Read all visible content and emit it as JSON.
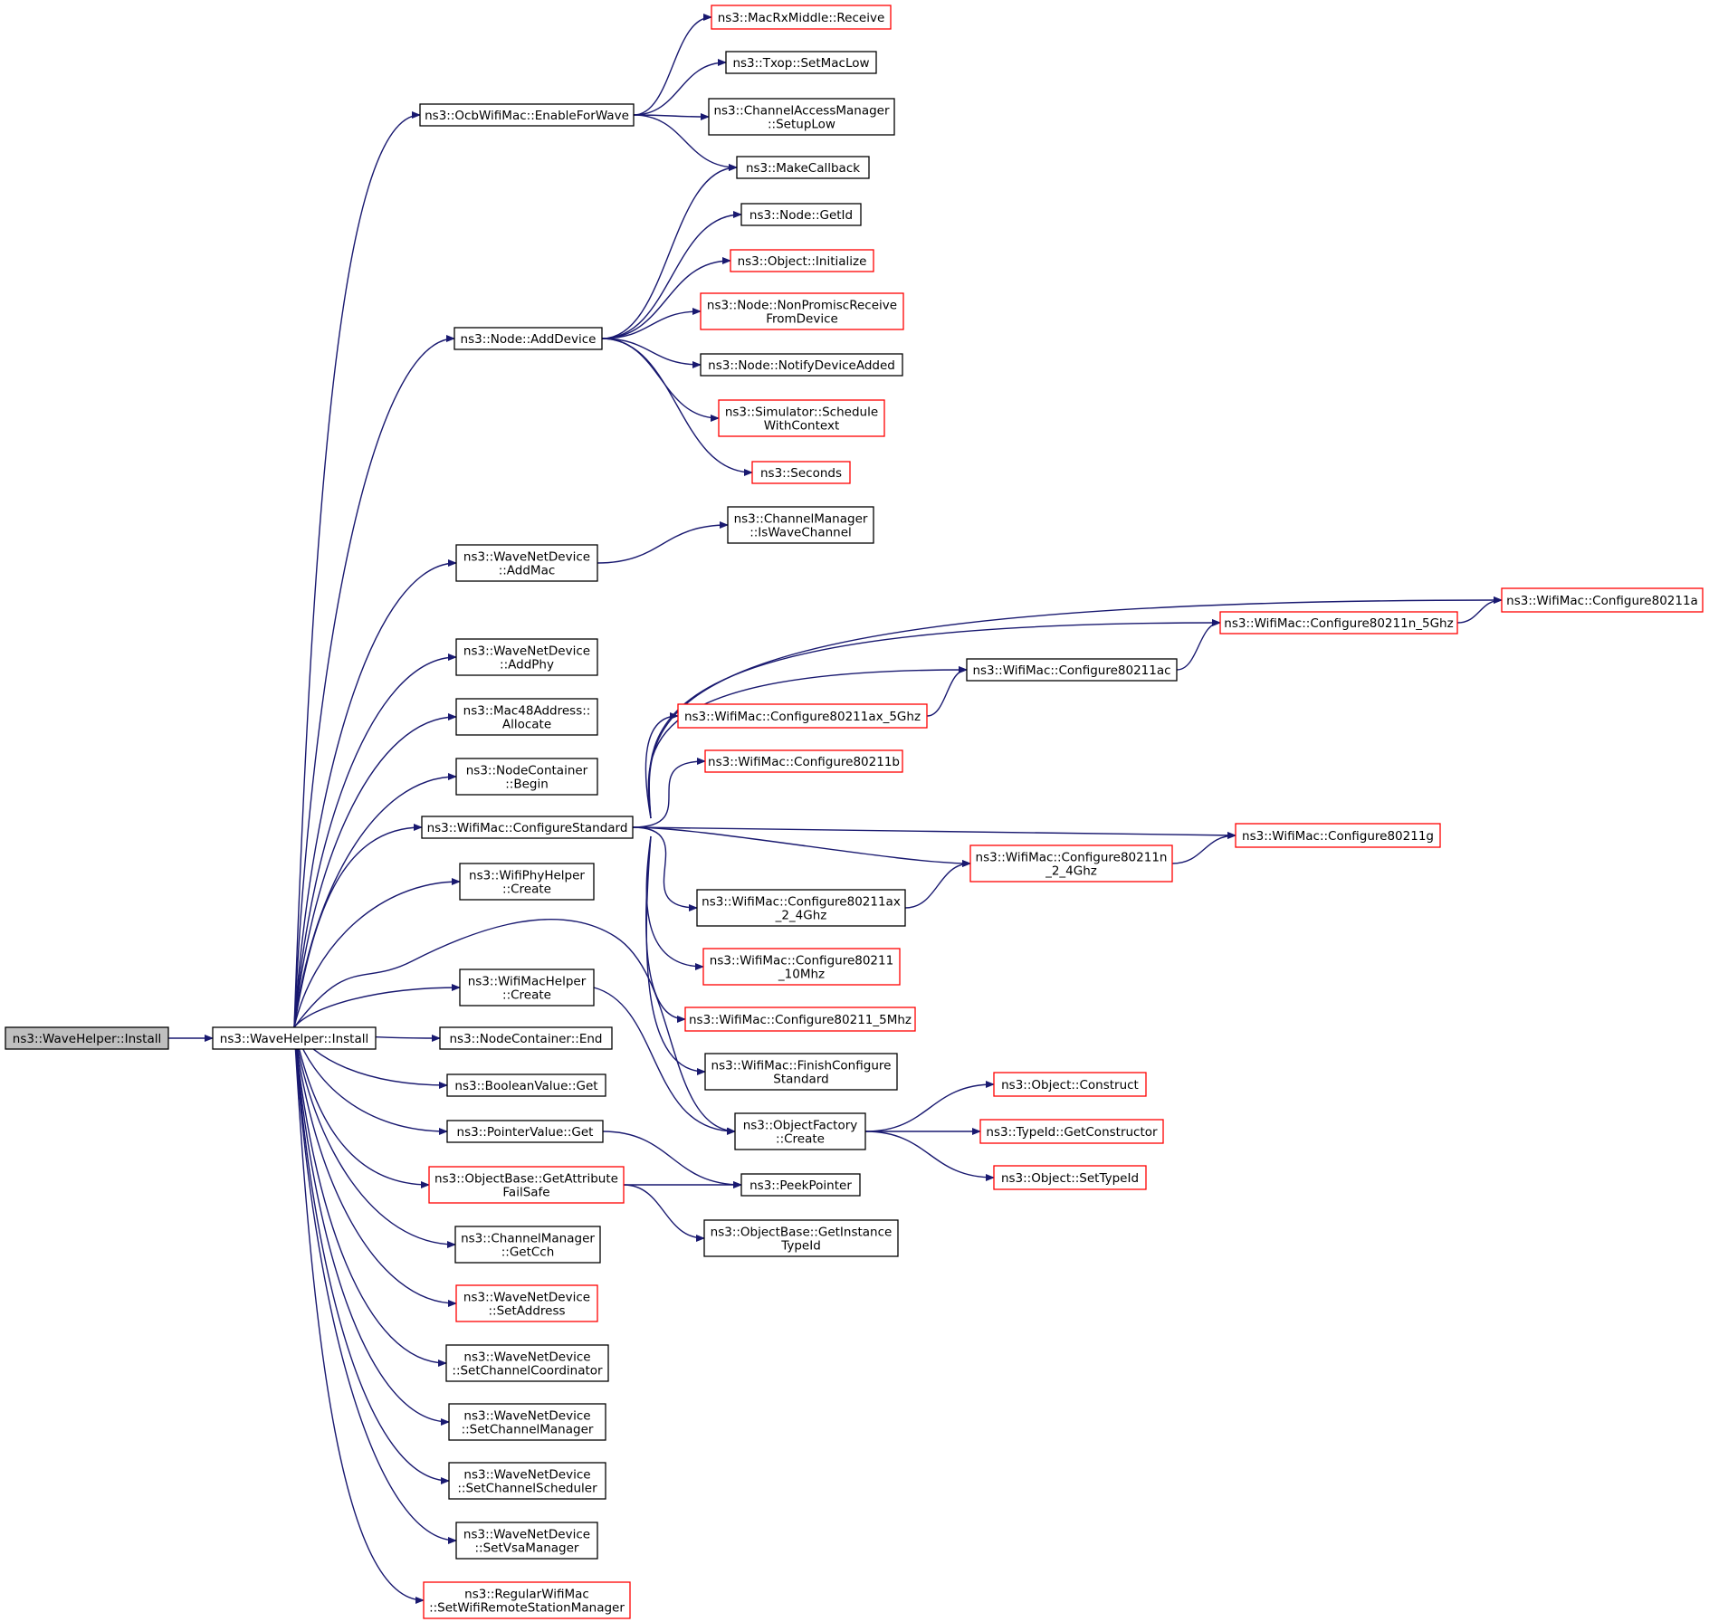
{
  "colors": {
    "edge": "#191970",
    "normal_border": "#000000",
    "truncated_border": "#ff0000",
    "root_fill": "#bfbfbf",
    "node_fill": "#ffffff"
  },
  "nodes": [
    {
      "id": "root",
      "lines": [
        "ns3::WaveHelper::Install"
      ],
      "style": "root"
    },
    {
      "id": "install",
      "lines": [
        "ns3::WaveHelper::Install"
      ],
      "style": "normal"
    },
    {
      "id": "ocb_enable",
      "lines": [
        "ns3::OcbWifiMac::EnableForWave"
      ],
      "style": "normal"
    },
    {
      "id": "macrx_receive",
      "lines": [
        "ns3::MacRxMiddle::Receive"
      ],
      "style": "red"
    },
    {
      "id": "txop_setmaclow",
      "lines": [
        "ns3::Txop::SetMacLow"
      ],
      "style": "normal"
    },
    {
      "id": "cam_setuplow",
      "lines": [
        "ns3::ChannelAccessManager",
        "::SetupLow"
      ],
      "style": "normal"
    },
    {
      "id": "makecallback",
      "lines": [
        "ns3::MakeCallback"
      ],
      "style": "normal"
    },
    {
      "id": "node_getid",
      "lines": [
        "ns3::Node::GetId"
      ],
      "style": "normal"
    },
    {
      "id": "object_initialize",
      "lines": [
        "ns3::Object::Initialize"
      ],
      "style": "red"
    },
    {
      "id": "node_adddevice",
      "lines": [
        "ns3::Node::AddDevice"
      ],
      "style": "normal"
    },
    {
      "id": "node_nonpromisc",
      "lines": [
        "ns3::Node::NonPromiscReceive",
        "FromDevice"
      ],
      "style": "red"
    },
    {
      "id": "node_notify",
      "lines": [
        "ns3::Node::NotifyDeviceAdded"
      ],
      "style": "normal"
    },
    {
      "id": "sim_schedule",
      "lines": [
        "ns3::Simulator::Schedule",
        "WithContext"
      ],
      "style": "red"
    },
    {
      "id": "seconds",
      "lines": [
        "ns3::Seconds"
      ],
      "style": "red"
    },
    {
      "id": "cm_iswave",
      "lines": [
        "ns3::ChannelManager",
        "::IsWaveChannel"
      ],
      "style": "normal"
    },
    {
      "id": "wnd_addmac",
      "lines": [
        "ns3::WaveNetDevice",
        "::AddMac"
      ],
      "style": "normal"
    },
    {
      "id": "wifimac_11a",
      "lines": [
        "ns3::WifiMac::Configure80211a"
      ],
      "style": "red"
    },
    {
      "id": "wifimac_11n5",
      "lines": [
        "ns3::WifiMac::Configure80211n_5Ghz"
      ],
      "style": "red"
    },
    {
      "id": "wnd_addphy",
      "lines": [
        "ns3::WaveNetDevice",
        "::AddPhy"
      ],
      "style": "normal"
    },
    {
      "id": "wifimac_11ac",
      "lines": [
        "ns3::WifiMac::Configure80211ac"
      ],
      "style": "normal"
    },
    {
      "id": "wifimac_11ax5",
      "lines": [
        "ns3::WifiMac::Configure80211ax_5Ghz"
      ],
      "style": "red"
    },
    {
      "id": "mac48_allocate",
      "lines": [
        "ns3::Mac48Address::",
        "Allocate"
      ],
      "style": "normal"
    },
    {
      "id": "wifimac_11b",
      "lines": [
        "ns3::WifiMac::Configure80211b"
      ],
      "style": "red"
    },
    {
      "id": "nc_begin",
      "lines": [
        "ns3::NodeContainer",
        "::Begin"
      ],
      "style": "normal"
    },
    {
      "id": "wifimac_configstd",
      "lines": [
        "ns3::WifiMac::ConfigureStandard"
      ],
      "style": "normal"
    },
    {
      "id": "wifimac_11g",
      "lines": [
        "ns3::WifiMac::Configure80211g"
      ],
      "style": "red"
    },
    {
      "id": "wifimac_11n24",
      "lines": [
        "ns3::WifiMac::Configure80211n",
        "_2_4Ghz"
      ],
      "style": "red"
    },
    {
      "id": "wifiphy_create",
      "lines": [
        "ns3::WifiPhyHelper",
        "::Create"
      ],
      "style": "normal"
    },
    {
      "id": "wifimac_11ax24",
      "lines": [
        "ns3::WifiMac::Configure80211ax",
        "_2_4Ghz"
      ],
      "style": "normal"
    },
    {
      "id": "wifimac_10mhz",
      "lines": [
        "ns3::WifiMac::Configure80211",
        "_10Mhz"
      ],
      "style": "red"
    },
    {
      "id": "wifimachelper_create",
      "lines": [
        "ns3::WifiMacHelper",
        "::Create"
      ],
      "style": "normal"
    },
    {
      "id": "wifimac_5mhz",
      "lines": [
        "ns3::WifiMac::Configure80211_5Mhz"
      ],
      "style": "red"
    },
    {
      "id": "nc_end",
      "lines": [
        "ns3::NodeContainer::End"
      ],
      "style": "normal"
    },
    {
      "id": "wifimac_finish",
      "lines": [
        "ns3::WifiMac::FinishConfigure",
        "Standard"
      ],
      "style": "normal"
    },
    {
      "id": "bool_get",
      "lines": [
        "ns3::BooleanValue::Get"
      ],
      "style": "normal"
    },
    {
      "id": "obj_construct",
      "lines": [
        "ns3::Object::Construct"
      ],
      "style": "red"
    },
    {
      "id": "of_create",
      "lines": [
        "ns3::ObjectFactory",
        "::Create"
      ],
      "style": "normal"
    },
    {
      "id": "ptr_get",
      "lines": [
        "ns3::PointerValue::Get"
      ],
      "style": "normal"
    },
    {
      "id": "typeid_getctor",
      "lines": [
        "ns3::TypeId::GetConstructor"
      ],
      "style": "red"
    },
    {
      "id": "obj_settypeid",
      "lines": [
        "ns3::Object::SetTypeId"
      ],
      "style": "red"
    },
    {
      "id": "ob_getattr",
      "lines": [
        "ns3::ObjectBase::GetAttribute",
        "FailSafe"
      ],
      "style": "red"
    },
    {
      "id": "peekpointer",
      "lines": [
        "ns3::PeekPointer"
      ],
      "style": "normal"
    },
    {
      "id": "ob_getinst",
      "lines": [
        "ns3::ObjectBase::GetInstance",
        "TypeId"
      ],
      "style": "normal"
    },
    {
      "id": "cm_getcch",
      "lines": [
        "ns3::ChannelManager",
        "::GetCch"
      ],
      "style": "normal"
    },
    {
      "id": "wnd_setaddress",
      "lines": [
        "ns3::WaveNetDevice",
        "::SetAddress"
      ],
      "style": "red"
    },
    {
      "id": "wnd_setcc",
      "lines": [
        "ns3::WaveNetDevice",
        "::SetChannelCoordinator"
      ],
      "style": "normal"
    },
    {
      "id": "wnd_setcm",
      "lines": [
        "ns3::WaveNetDevice",
        "::SetChannelManager"
      ],
      "style": "normal"
    },
    {
      "id": "wnd_setcs",
      "lines": [
        "ns3::WaveNetDevice",
        "::SetChannelScheduler"
      ],
      "style": "normal"
    },
    {
      "id": "wnd_setvsa",
      "lines": [
        "ns3::WaveNetDevice",
        "::SetVsaManager"
      ],
      "style": "normal"
    },
    {
      "id": "rwm_setrsm",
      "lines": [
        "ns3::RegularWifiMac",
        "::SetWifiRemoteStationManager"
      ],
      "style": "red"
    }
  ],
  "edges": [
    [
      "root",
      "install"
    ],
    [
      "install",
      "ocb_enable"
    ],
    [
      "install",
      "node_adddevice"
    ],
    [
      "install",
      "wnd_addmac"
    ],
    [
      "install",
      "wnd_addphy"
    ],
    [
      "install",
      "mac48_allocate"
    ],
    [
      "install",
      "nc_begin"
    ],
    [
      "install",
      "wifimac_configstd"
    ],
    [
      "install",
      "wifiphy_create"
    ],
    [
      "install",
      "of_create"
    ],
    [
      "install",
      "wifimachelper_create"
    ],
    [
      "install",
      "nc_end"
    ],
    [
      "install",
      "bool_get"
    ],
    [
      "install",
      "ptr_get"
    ],
    [
      "install",
      "ob_getattr"
    ],
    [
      "install",
      "cm_getcch"
    ],
    [
      "install",
      "wnd_setaddress"
    ],
    [
      "install",
      "wnd_setcc"
    ],
    [
      "install",
      "wnd_setcm"
    ],
    [
      "install",
      "wnd_setcs"
    ],
    [
      "install",
      "wnd_setvsa"
    ],
    [
      "install",
      "rwm_setrsm"
    ],
    [
      "ocb_enable",
      "macrx_receive"
    ],
    [
      "ocb_enable",
      "txop_setmaclow"
    ],
    [
      "ocb_enable",
      "cam_setuplow"
    ],
    [
      "ocb_enable",
      "makecallback"
    ],
    [
      "node_adddevice",
      "makecallback"
    ],
    [
      "node_adddevice",
      "node_getid"
    ],
    [
      "node_adddevice",
      "object_initialize"
    ],
    [
      "node_adddevice",
      "node_nonpromisc"
    ],
    [
      "node_adddevice",
      "node_notify"
    ],
    [
      "node_adddevice",
      "sim_schedule"
    ],
    [
      "node_adddevice",
      "seconds"
    ],
    [
      "wnd_addmac",
      "cm_iswave"
    ],
    [
      "wifimac_configstd",
      "wifimac_11a"
    ],
    [
      "wifimac_configstd",
      "wifimac_11n5"
    ],
    [
      "wifimac_configstd",
      "wifimac_11ac"
    ],
    [
      "wifimac_configstd",
      "wifimac_11ax5"
    ],
    [
      "wifimac_configstd",
      "wifimac_11b"
    ],
    [
      "wifimac_configstd",
      "wifimac_11g"
    ],
    [
      "wifimac_configstd",
      "wifimac_11n24"
    ],
    [
      "wifimac_configstd",
      "wifimac_11ax24"
    ],
    [
      "wifimac_configstd",
      "wifimac_10mhz"
    ],
    [
      "wifimac_configstd",
      "wifimac_5mhz"
    ],
    [
      "wifimac_configstd",
      "wifimac_finish"
    ],
    [
      "wifimac_11n5",
      "wifimac_11a"
    ],
    [
      "wifimac_11ac",
      "wifimac_11n5"
    ],
    [
      "wifimac_11ax5",
      "wifimac_11ac"
    ],
    [
      "wifimac_11n24",
      "wifimac_11g"
    ],
    [
      "wifimac_11ax24",
      "wifimac_11n24"
    ],
    [
      "wifimachelper_create",
      "of_create"
    ],
    [
      "of_create",
      "obj_construct"
    ],
    [
      "of_create",
      "typeid_getctor"
    ],
    [
      "of_create",
      "obj_settypeid"
    ],
    [
      "ptr_get",
      "peekpointer"
    ],
    [
      "ob_getattr",
      "peekpointer"
    ],
    [
      "ob_getattr",
      "ob_getinst"
    ]
  ]
}
